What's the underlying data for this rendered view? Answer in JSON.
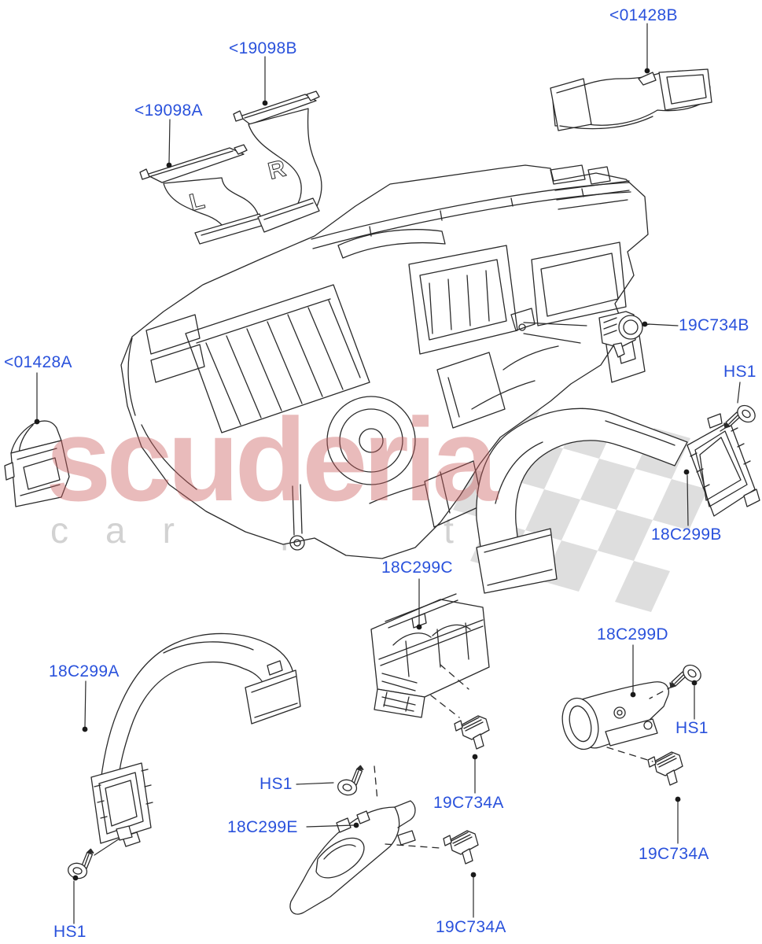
{
  "watermark": {
    "brand": "scuderia",
    "tagline": "car parts"
  },
  "duct_marks": {
    "left": "L",
    "right": "R"
  },
  "colors": {
    "label_blue": "#2a52dc",
    "line_black": "#2a2a2a",
    "watermark_red": "#cc5f5f",
    "watermark_gray": "#d2d2d2",
    "flag_gray": "#dedede"
  },
  "callouts": [
    {
      "text": "<01428B"
    },
    {
      "text": "<19098B"
    },
    {
      "text": "<19098A"
    },
    {
      "text": "19C734B"
    },
    {
      "text": "HS1"
    },
    {
      "text": "<01428A"
    },
    {
      "text": "18C299B"
    },
    {
      "text": "18C299C"
    },
    {
      "text": "18C299D"
    },
    {
      "text": "18C299A"
    },
    {
      "text": "HS1"
    },
    {
      "text": "HS1"
    },
    {
      "text": "19C734A"
    },
    {
      "text": "18C299E"
    },
    {
      "text": "19C734A"
    },
    {
      "text": "19C734A"
    },
    {
      "text": "HS1"
    }
  ]
}
